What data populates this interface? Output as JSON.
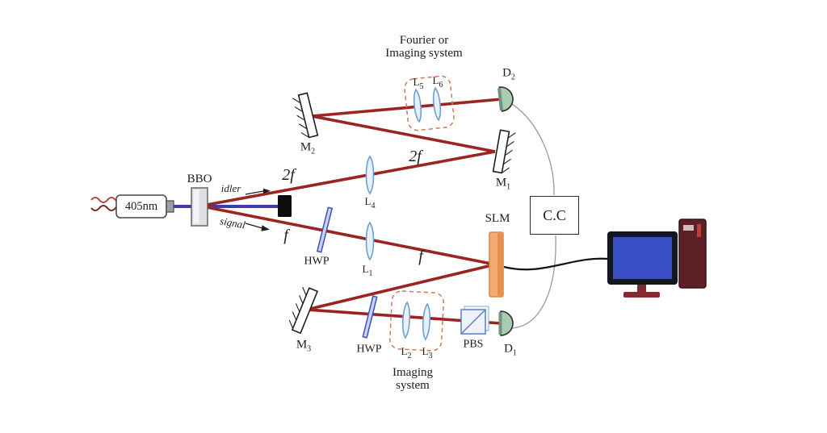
{
  "colors": {
    "beam_red": "#9b2423",
    "beam_blue": "#3d3bae",
    "lens_stroke": "#6e9fd1",
    "lens_fill": "#e8f1fa",
    "dashed_box": "#cc7a5c",
    "detector_fill": "#a6cdb2",
    "slm_fill": "#f2aa72",
    "slm_stroke": "#d98a4a",
    "monitor_screen": "#3a4ec6",
    "tower_fill": "#5d1f26"
  },
  "laser": {
    "label": "405nm"
  },
  "crystal": {
    "label": "BBO"
  },
  "beam_labels": {
    "idler": "idler",
    "signal": "signal",
    "two_f_1": "2f",
    "two_f_2": "2f",
    "f_1": "f",
    "f_2": "f"
  },
  "mirrors": {
    "m1": {
      "base": "M",
      "sub": "1"
    },
    "m2": {
      "base": "M",
      "sub": "2"
    },
    "m3": {
      "base": "M",
      "sub": "3"
    }
  },
  "lenses": {
    "l1": {
      "base": "L",
      "sub": "1"
    },
    "l2": {
      "base": "L",
      "sub": "2"
    },
    "l3": {
      "base": "L",
      "sub": "3"
    },
    "l4": {
      "base": "L",
      "sub": "4"
    },
    "l5": {
      "base": "L",
      "sub": "5"
    },
    "l6": {
      "base": "L",
      "sub": "6"
    }
  },
  "waveplates": {
    "top": "HWP",
    "bottom": "HWP"
  },
  "detectors": {
    "d1": {
      "base": "D",
      "sub": "1"
    },
    "d2": {
      "base": "D",
      "sub": "2"
    }
  },
  "slm": {
    "label": "SLM"
  },
  "pbs": {
    "label": "PBS"
  },
  "coincidence_counter": {
    "label": "C.C"
  },
  "system_boxes": {
    "fourier": {
      "line1": "Fourier or",
      "line2": "Imaging system"
    },
    "imaging": {
      "line1": "Imaging",
      "line2": "system"
    }
  }
}
